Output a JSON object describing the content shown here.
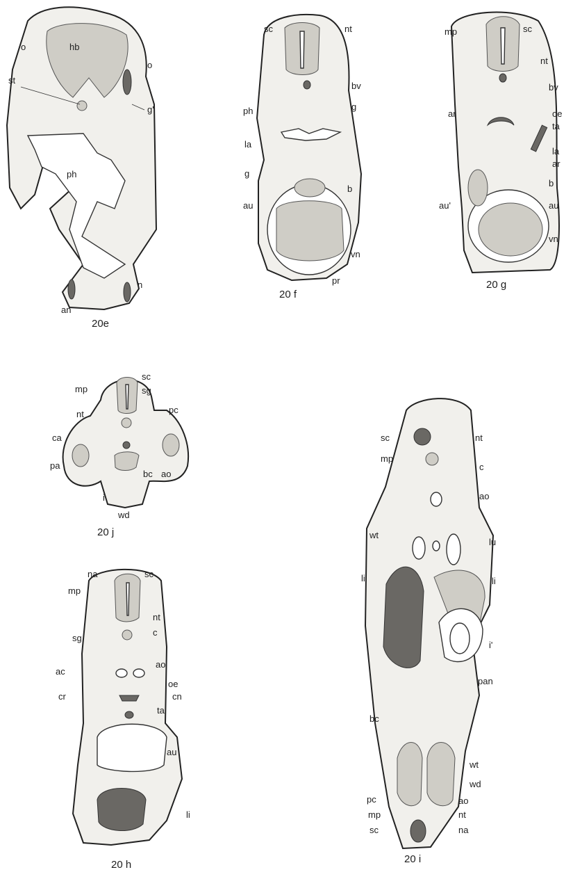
{
  "plate": {
    "sections": [
      {
        "id": "20e",
        "caption": "20e",
        "labels": [
          "hb",
          "o",
          "o",
          "st",
          "g'",
          "ph",
          "an",
          "n"
        ]
      },
      {
        "id": "20f",
        "caption": "20 f",
        "labels": [
          "sc",
          "nt",
          "bv",
          "g",
          "ph",
          "la",
          "g",
          "b",
          "au",
          "vn",
          "pr"
        ]
      },
      {
        "id": "20g",
        "caption": "20 g",
        "labels": [
          "mp",
          "sc",
          "nt",
          "bv",
          "ar",
          "oe",
          "ta",
          "la",
          "ar",
          "b",
          "au'",
          "au",
          "vn"
        ]
      },
      {
        "id": "20j",
        "caption": "20 j",
        "labels": [
          "sc",
          "mp",
          "sg",
          "nt",
          "pc",
          "ca",
          "pa",
          "bc",
          "ao",
          "i",
          "wd"
        ]
      },
      {
        "id": "20i",
        "caption": "20 i",
        "labels": [
          "sc",
          "nt",
          "mp",
          "c",
          "ao",
          "wt",
          "lu",
          "li",
          "li",
          "i'",
          "pan",
          "bc",
          "wt",
          "wd",
          "pc",
          "ao",
          "mp",
          "nt",
          "sc",
          "na"
        ]
      },
      {
        "id": "20h",
        "caption": "20 h",
        "labels": [
          "na",
          "sc",
          "mp",
          "nt",
          "sg",
          "c",
          "ac",
          "ao",
          "oe",
          "cr",
          "cn",
          "ta",
          "au",
          "li"
        ]
      }
    ]
  }
}
